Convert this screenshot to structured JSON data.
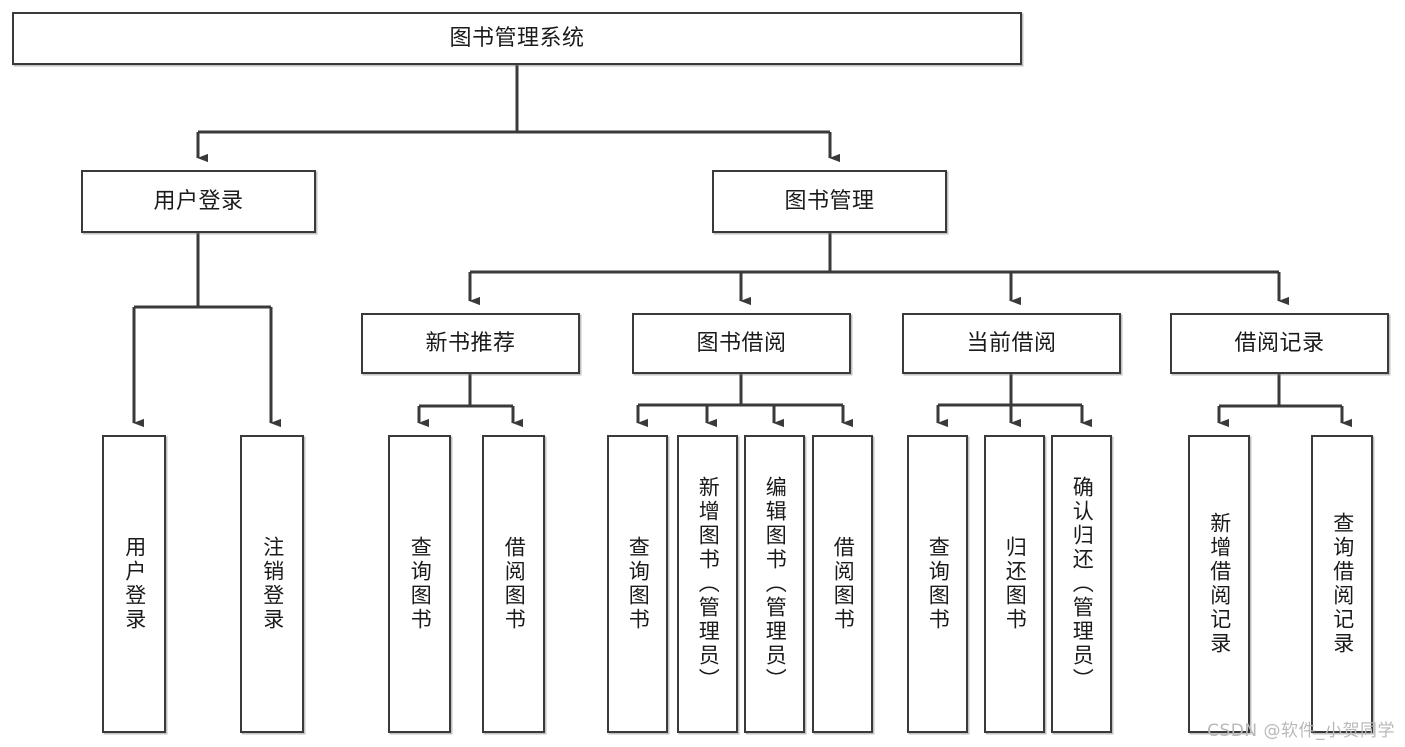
{
  "diagram": {
    "type": "tree-hierarchy",
    "title": "图书管理系统",
    "orientation": "top-down",
    "colors": {
      "box_border": "#3a3a3a",
      "box_fill": "#ffffff",
      "connector": "#3a3a3a",
      "text": "#1b1b1b",
      "watermark": "#b9b9b9"
    },
    "nodes": {
      "root": {
        "label": "图书管理系统",
        "level": 1,
        "text_direction": "horizontal"
      },
      "user_login": {
        "label": "用户登录",
        "level": 2,
        "text_direction": "horizontal"
      },
      "book_manage": {
        "label": "图书管理",
        "level": 2,
        "text_direction": "horizontal"
      },
      "new_book_recommend": {
        "label": "新书推荐",
        "level": 3,
        "text_direction": "horizontal"
      },
      "book_borrow": {
        "label": "图书借阅",
        "level": 3,
        "text_direction": "horizontal"
      },
      "current_borrow": {
        "label": "当前借阅",
        "level": 3,
        "text_direction": "horizontal"
      },
      "borrow_record": {
        "label": "借阅记录",
        "level": 3,
        "text_direction": "horizontal"
      },
      "leaf_user_login": {
        "label": "用户登录",
        "level": 4,
        "text_direction": "vertical",
        "parent": "user_login"
      },
      "leaf_logout": {
        "label": "注销登录",
        "level": 4,
        "text_direction": "vertical",
        "parent": "user_login"
      },
      "leaf_query_book_1": {
        "label": "查询图书",
        "level": 4,
        "text_direction": "vertical",
        "parent": "new_book_recommend"
      },
      "leaf_borrow_book_1": {
        "label": "借阅图书",
        "level": 4,
        "text_direction": "vertical",
        "parent": "new_book_recommend"
      },
      "leaf_query_book_2": {
        "label": "查询图书",
        "level": 4,
        "text_direction": "vertical",
        "parent": "book_borrow"
      },
      "leaf_add_book": {
        "label": "新增图书（管理员）",
        "level": 4,
        "text_direction": "vertical",
        "parent": "book_borrow"
      },
      "leaf_edit_book": {
        "label": "编辑图书（管理员）",
        "level": 4,
        "text_direction": "vertical",
        "parent": "book_borrow"
      },
      "leaf_borrow_book_2": {
        "label": "借阅图书",
        "level": 4,
        "text_direction": "vertical",
        "parent": "book_borrow"
      },
      "leaf_query_book_3": {
        "label": "查询图书",
        "level": 4,
        "text_direction": "vertical",
        "parent": "current_borrow"
      },
      "leaf_return_book": {
        "label": "归还图书",
        "level": 4,
        "text_direction": "vertical",
        "parent": "current_borrow"
      },
      "leaf_confirm_return": {
        "label": "确认归还（管理员）",
        "level": 4,
        "text_direction": "vertical",
        "parent": "current_borrow"
      },
      "leaf_add_record": {
        "label": "新增借阅记录",
        "level": 4,
        "text_direction": "vertical",
        "parent": "borrow_record"
      },
      "leaf_query_record": {
        "label": "查询借阅记录",
        "level": 4,
        "text_direction": "vertical",
        "parent": "borrow_record"
      }
    },
    "edges": [
      {
        "from": "root",
        "to": "user_login"
      },
      {
        "from": "root",
        "to": "book_manage"
      },
      {
        "from": "user_login",
        "to": "leaf_user_login"
      },
      {
        "from": "user_login",
        "to": "leaf_logout"
      },
      {
        "from": "book_manage",
        "to": "new_book_recommend"
      },
      {
        "from": "book_manage",
        "to": "book_borrow"
      },
      {
        "from": "book_manage",
        "to": "current_borrow"
      },
      {
        "from": "book_manage",
        "to": "borrow_record"
      },
      {
        "from": "new_book_recommend",
        "to": "leaf_query_book_1"
      },
      {
        "from": "new_book_recommend",
        "to": "leaf_borrow_book_1"
      },
      {
        "from": "book_borrow",
        "to": "leaf_query_book_2"
      },
      {
        "from": "book_borrow",
        "to": "leaf_add_book"
      },
      {
        "from": "book_borrow",
        "to": "leaf_edit_book"
      },
      {
        "from": "book_borrow",
        "to": "leaf_borrow_book_2"
      },
      {
        "from": "current_borrow",
        "to": "leaf_query_book_3"
      },
      {
        "from": "current_borrow",
        "to": "leaf_return_book"
      },
      {
        "from": "current_borrow",
        "to": "leaf_confirm_return"
      },
      {
        "from": "borrow_record",
        "to": "leaf_add_record"
      },
      {
        "from": "borrow_record",
        "to": "leaf_query_record"
      }
    ]
  },
  "watermark": {
    "text": "CSDN @软件_小贺同学"
  }
}
